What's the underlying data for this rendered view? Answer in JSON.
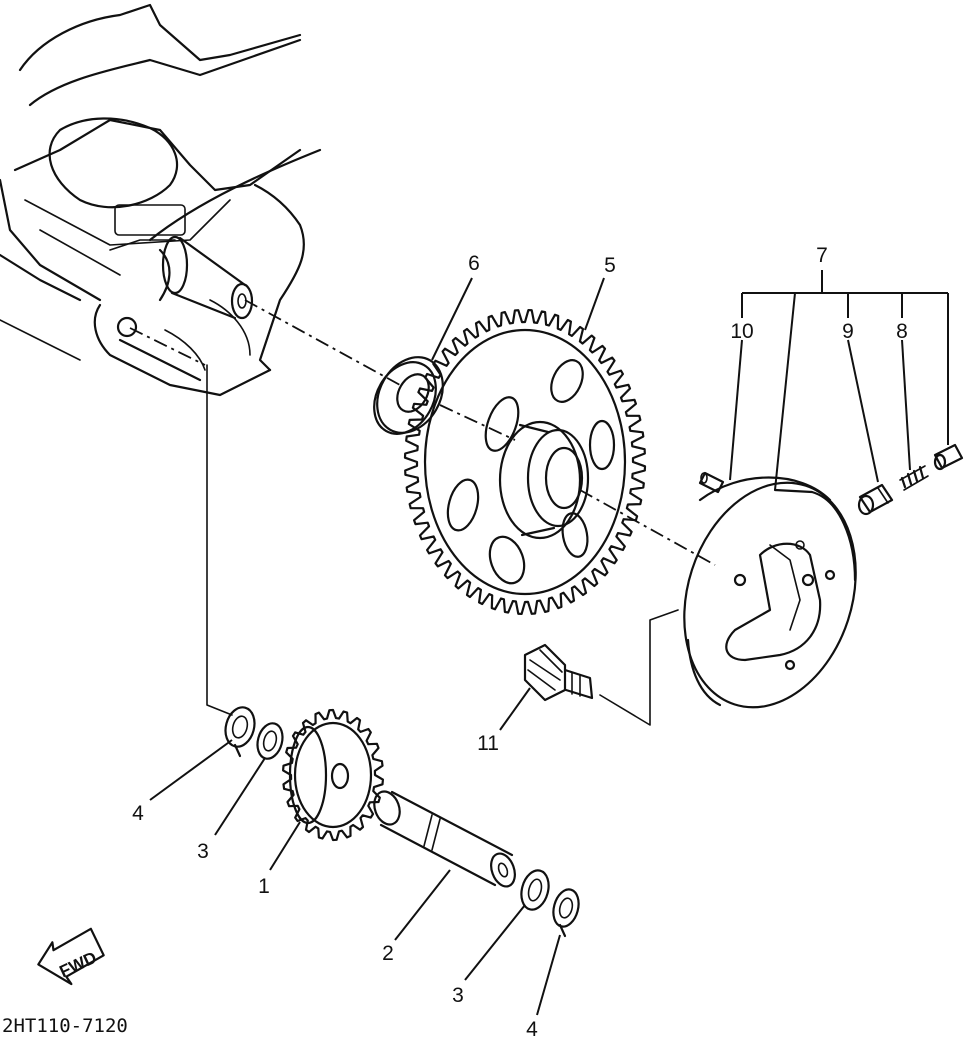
{
  "figure_code": "2HT110-7120",
  "fwd_label": "FWD",
  "labels": {
    "p1": "1",
    "p2_a": "2",
    "p3_a": "3",
    "p3_b": "3",
    "p4_a": "4",
    "p4_b": "4",
    "p5": "5",
    "p6": "6",
    "p7": "7",
    "p8": "8",
    "p9": "9",
    "p10": "10",
    "p11": "11"
  }
}
